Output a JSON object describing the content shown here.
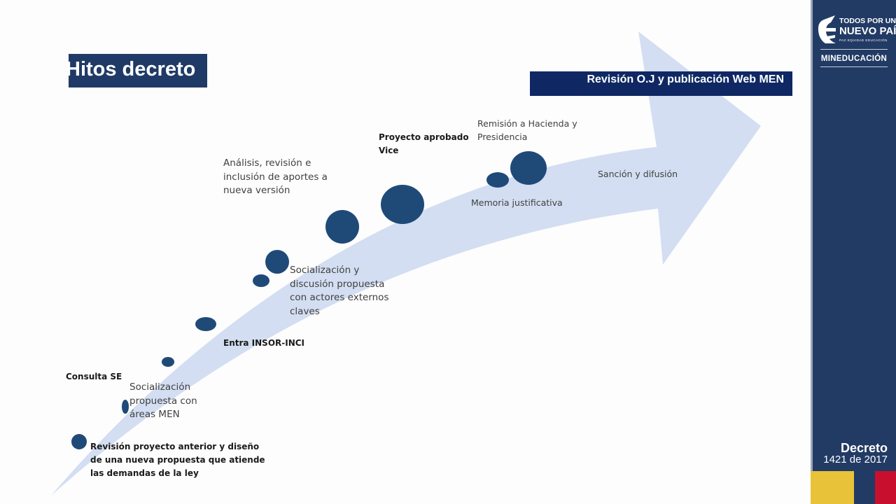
{
  "slide_title": "Hitos decreto",
  "stage_box_label": "Revisión O.J y publicación Web MEN",
  "milestones": [
    {
      "text": "Revisión proyecto anterior y diseño\nde una nueva propuesta que atiende\nlas demandas de la ley",
      "bold": true
    },
    {
      "text": "Consulta SE",
      "bold": true
    },
    {
      "text": "Socialización\npropuesta con\náreas MEN",
      "bold": false
    },
    {
      "text": "Entra INSOR-INCI",
      "bold": true
    },
    {
      "text": "Socialización y\ndiscusión propuesta\ncon actores externos\nclaves",
      "bold": false
    },
    {
      "text": "Análisis, revisión e\ninclusión de aportes a\nnueva versión",
      "bold": false
    },
    {
      "text": "Proyecto aprobado\nVice",
      "bold": true
    },
    {
      "text": "Memoria justificativa",
      "bold": false
    },
    {
      "text": "Remisión a Hacienda y\nPresidencia",
      "bold": false
    },
    {
      "text": "Sanción y difusión",
      "bold": false
    }
  ],
  "sidebar": {
    "logo_line1": "TODOS POR UN",
    "logo_line2": "NUEVO PAÍS",
    "logo_line3": "PAZ   EQUIDAD   EDUCACIÓN",
    "ministry": "MINEDUCACIÓN",
    "decree_label": "Decreto",
    "decree_number": "1421 de 2017"
  },
  "colors": {
    "arrow_fill": "#d3def2",
    "dot_fill": "#1f4a78",
    "title_bg": "#1f3a66",
    "stage_box_bg": "#0f2864",
    "sidebar_bg": "#223b65",
    "stripe_yellow": "#e8c33a",
    "stripe_red": "#c8102e"
  }
}
